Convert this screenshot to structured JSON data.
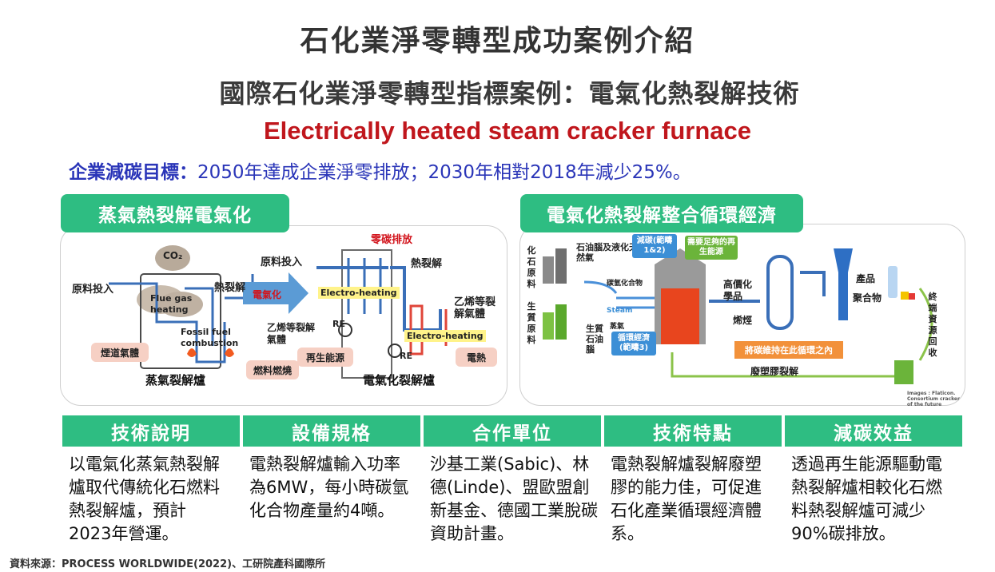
{
  "header": {
    "title": "石化業淨零轉型成功案例介紹",
    "subtitle": "國際石化業淨零轉型指標案例：電氣化熱裂解技術",
    "english_title": "Electrically heated steam cracker furnace",
    "goal_label": "企業減碳目標：",
    "goal_text": "2050年達成企業淨零排放；2030年相對2018年減少25%。"
  },
  "left_panel": {
    "tab": "蒸氣熱裂解電氣化",
    "labels": {
      "co2": "CO₂",
      "feed_in_left": "原料投入",
      "cracking_left": "熱裂解",
      "flue_gas_heating": "Flue gas heating",
      "fossil_fuel": "Fossil fuel combustion",
      "flue_gas": "煙道氣體",
      "fuel_burn": "燃料燃燒",
      "furnace_left": "蒸氣裂解爐",
      "electrification": "電氣化",
      "zero_carbon": "零碳排放",
      "feed_in_right": "原料投入",
      "cracking_right": "熱裂解",
      "electro_heating_1": "Electro-heating",
      "electro_heating_2": "Electro-heating",
      "ethylene_right": "乙烯等裂解氣體",
      "ethylene_mid": "乙烯等裂解氣體",
      "re1": "RE",
      "re2": "RE",
      "renewable": "再生能源",
      "electric_heat": "電熱",
      "furnace_right": "電氣化裂解爐"
    }
  },
  "right_panel": {
    "tab": "電氣化熱裂解整合循環經濟",
    "labels": {
      "fossil_feed": "化石原料",
      "bio_feed": "生質原料",
      "naphtha_gas": "石油腦及液化天然氣",
      "hydrocarbons": "碳氫化合物",
      "steam": "Steam",
      "steam_zh": "蒸氣",
      "bio_naphtha": "生質石油腦",
      "reduce_carbon": "減碳(範疇1&2)",
      "renewable_needed": "需要足夠的再生能源",
      "recycle_econ": "循環經濟(範疇3)",
      "high_value": "高價化學品",
      "olefins": "烯烴",
      "products": "產品",
      "polymers": "聚合物",
      "end_recycle": "終端資源回收",
      "carbon_loop": "將碳維持在此循環之內",
      "plastic_crack": "廢塑膠裂解",
      "images_credit": "Images : Flaticon. Consortium cracker of the future"
    }
  },
  "columns": [
    {
      "header": "技術說明",
      "text": "以電氣化蒸氣熱裂解爐取代傳統化石燃料熱裂解爐，預計2023年營運。"
    },
    {
      "header": "設備規格",
      "text": "電熱裂解爐輸入功率為6MW，每小時碳氫化合物產量約4噸。"
    },
    {
      "header": "合作單位",
      "text": "沙基工業(Sabic)、林德(Linde)、盟歐盟創新基金、德國工業脫碳資助計畫。"
    },
    {
      "header": "技術特點",
      "text": "電熱裂解爐裂解廢塑膠的能力佳，可促進石化產業循環經濟體系。"
    },
    {
      "header": "減碳效益",
      "text": "透過再生能源驅動電熱裂解爐相較化石燃料熱裂解爐可減少90%碳排放。"
    }
  ],
  "footer": {
    "source": "資料來源：PROCESS WORLDWIDE(2022)、工研院產科國際所"
  },
  "colors": {
    "accent_green": "#2ebd82",
    "title_red": "#c0161c",
    "goal_blue": "#2a35b8"
  }
}
